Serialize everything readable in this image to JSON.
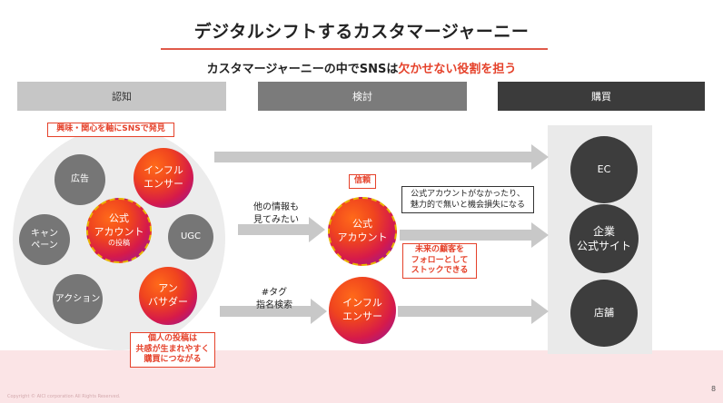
{
  "title": "デジタルシフトするカスタマージャーニー",
  "subtitle": {
    "part1": "カスタマージャーニーの中でSNSは",
    "part2": "欠かせない役割を担う"
  },
  "phases": [
    "認知",
    "検討",
    "購買"
  ],
  "awareness": {
    "label": "興味・関心を軸にSNSで発見",
    "nodes": {
      "ad": "広告",
      "influencer": "インフル\nエンサー",
      "campaign": "キャン\nペーン",
      "official_post_main": "公式\nアカウント",
      "official_post_sub": "の投稿",
      "ugc": "UGC",
      "action": "アクション",
      "ambassador": "アン\nバサダー"
    },
    "bottom_note": "個人の投稿は\n共感が生まれやすく\n購買につながる"
  },
  "consideration": {
    "route1_label": "他の情報も\n見てみたい",
    "trust_label": "信頼",
    "official_account": "公式\nアカウント",
    "note_missing": "公式アカウントがなかったり、\n魅力的で無いと機会損失になる",
    "note_follow": "未来の顧客を\nフォローとして\nストックできる",
    "route2_label": "#タグ\n指名検索",
    "influencer": "インフル\nエンサー"
  },
  "purchase": {
    "ec": "EC",
    "corporate_site": "企業\n公式サイト",
    "store": "店舗"
  },
  "footer": {
    "copyright": "Copyright © AICI corporation All Rights Reserved.",
    "page_number": "8"
  },
  "colors": {
    "accent": "#e5412a",
    "arrow": "#c8c8c8",
    "pink_band": "#fbe4e6"
  }
}
